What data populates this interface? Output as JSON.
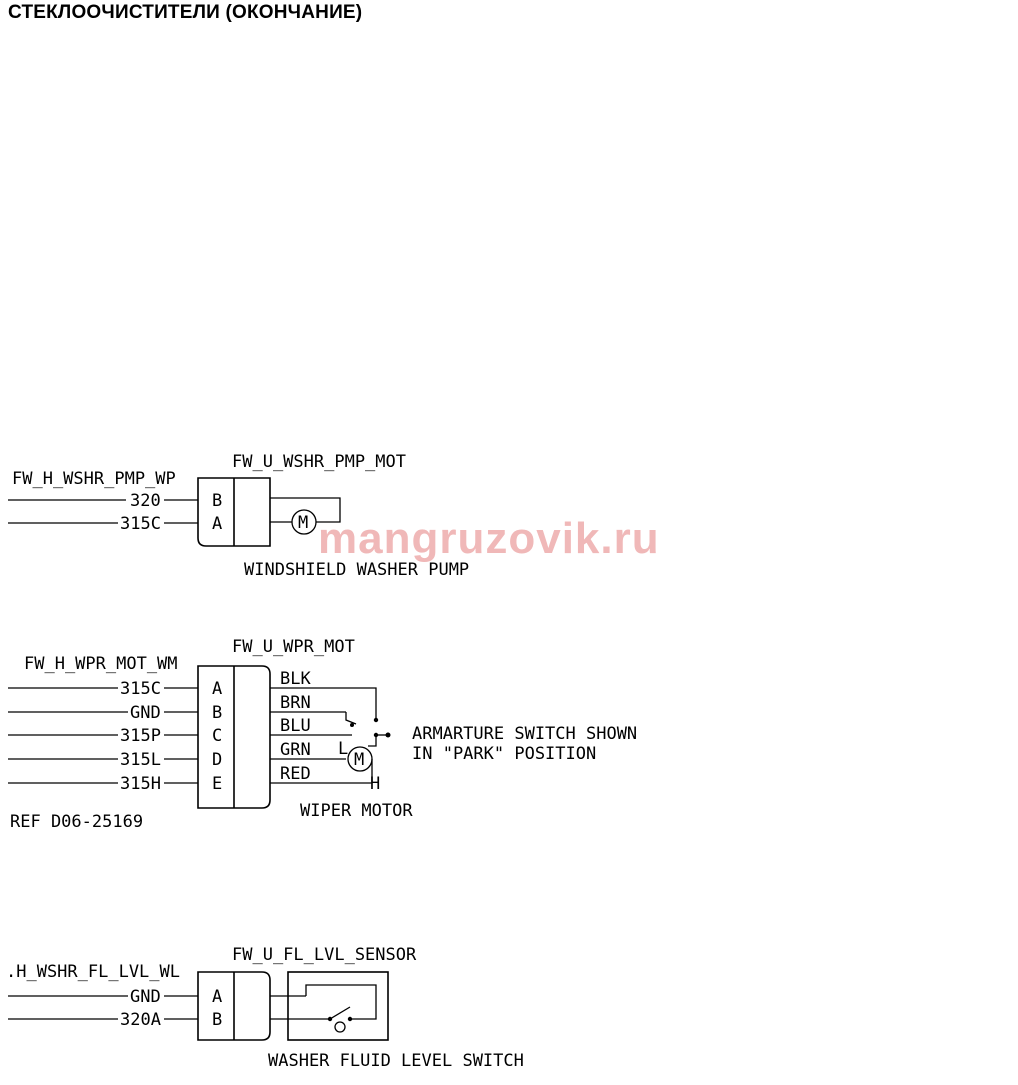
{
  "title": "СТЕКЛООЧИСТИТЕЛИ (ОКОНЧАНИЕ)",
  "watermark": "mangruzovik.ru",
  "washer_pump": {
    "harness": "FW_H_WSHR_PMP_WP",
    "component": "FW_U_WSHR_PMP_MOT",
    "caption": "WINDSHIELD WASHER PUMP",
    "motor_symbol": "M",
    "pins": [
      {
        "circuit": "320",
        "pin": "B"
      },
      {
        "circuit": "315C",
        "pin": "A"
      }
    ]
  },
  "wiper_motor": {
    "harness": "FW_H_WPR_MOT_WM",
    "component": "FW_U_WPR_MOT",
    "caption": "WIPER MOTOR",
    "motor_symbol": "M",
    "low_label": "L",
    "high_label": "H",
    "note_line1": "ARMARTURE SWITCH SHOWN",
    "note_line2": "IN \"PARK\" POSITION",
    "pins": [
      {
        "circuit": "315C",
        "pin": "A",
        "wire": "BLK"
      },
      {
        "circuit": "GND",
        "pin": "B",
        "wire": "BRN"
      },
      {
        "circuit": "315P",
        "pin": "C",
        "wire": "BLU"
      },
      {
        "circuit": "315L",
        "pin": "D",
        "wire": "GRN"
      },
      {
        "circuit": "315H",
        "pin": "E",
        "wire": "RED"
      }
    ]
  },
  "reference": "REF D06-25169",
  "fluid_level": {
    "harness": ".H_WSHR_FL_LVL_WL",
    "component": "FW_U_FL_LVL_SENSOR",
    "caption": "WASHER FLUID LEVEL SWITCH",
    "pins": [
      {
        "circuit": "GND",
        "pin": "A"
      },
      {
        "circuit": "320A",
        "pin": "B"
      }
    ]
  }
}
